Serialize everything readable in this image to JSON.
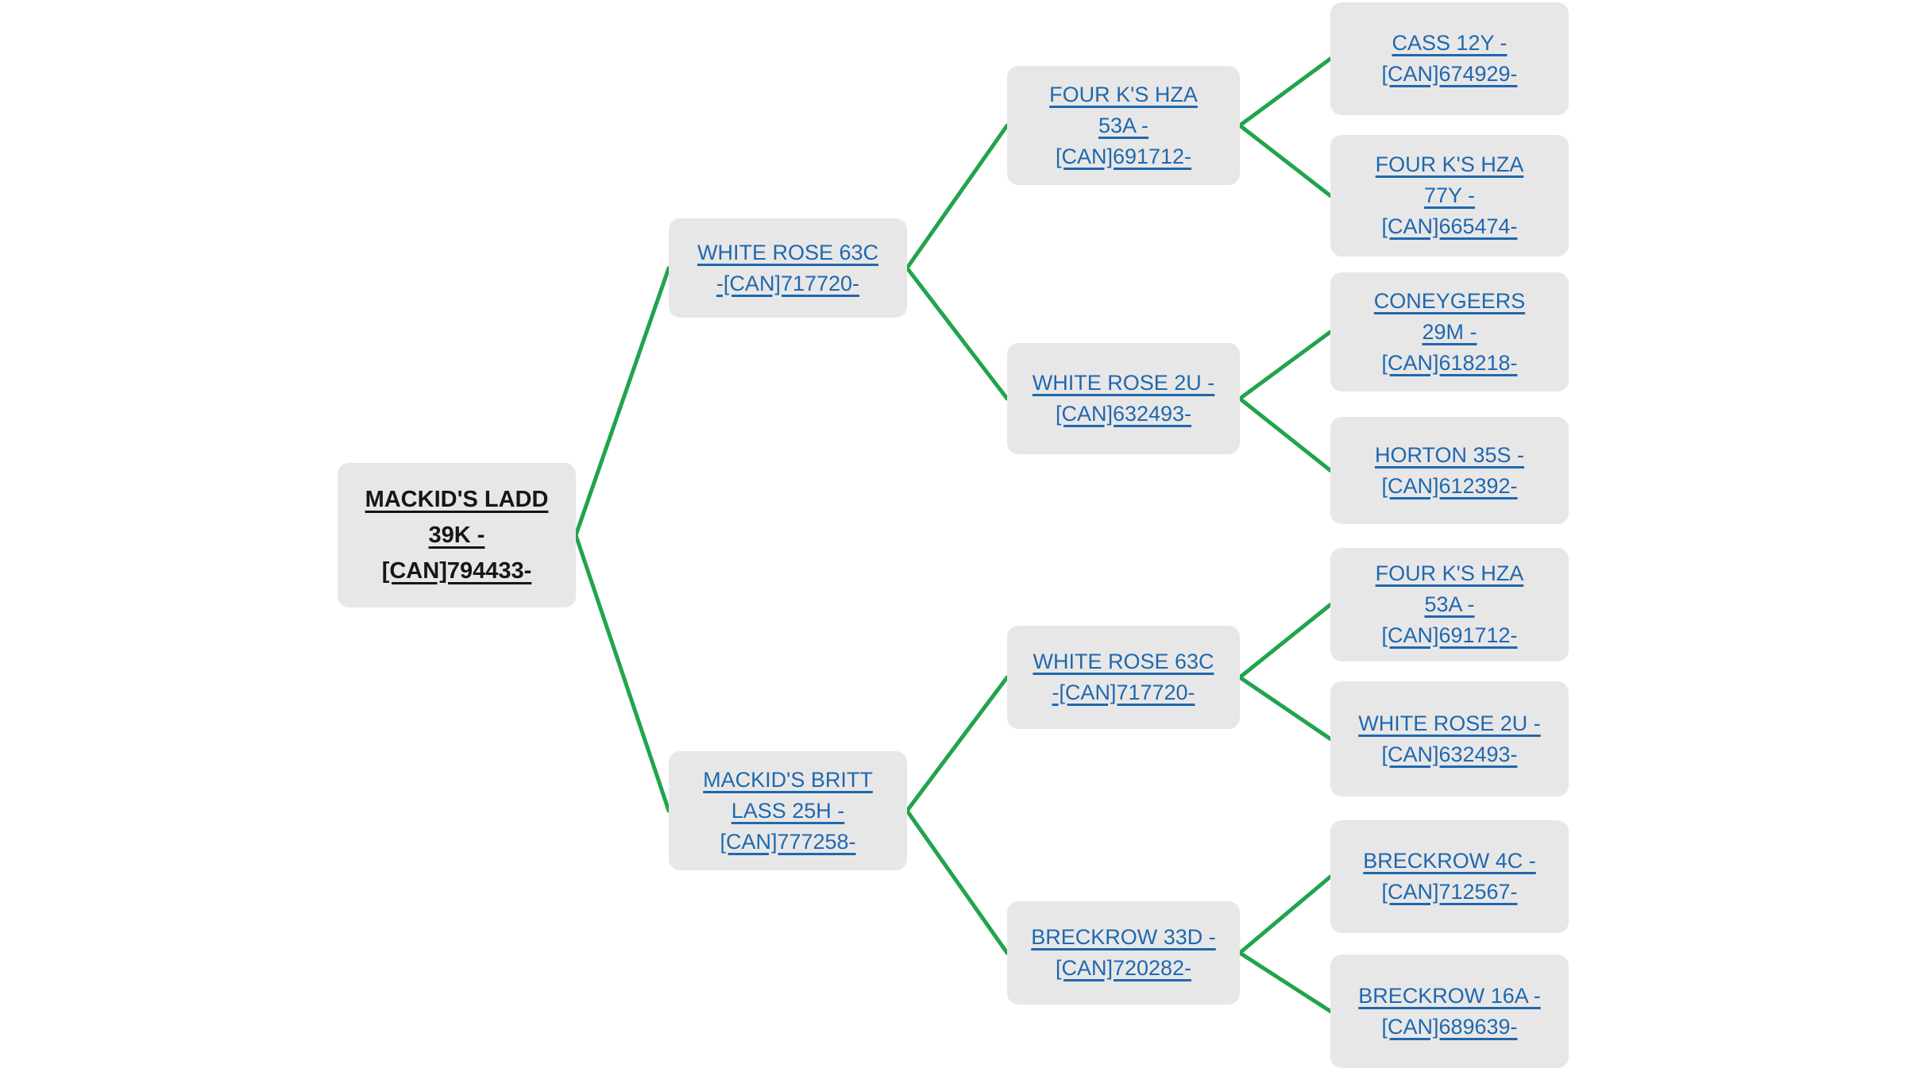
{
  "diagram": {
    "type": "pedigree-tree",
    "colors": {
      "link": "#1F68AF",
      "root_text": "#161616",
      "box_fill": "#E8E7E7",
      "connector": "#21A44C"
    },
    "nodes": {
      "root": {
        "label": "MACKID'S LADD\n39K -\n[CAN]794433-"
      },
      "sire": {
        "label": "WHITE ROSE 63C\n-[CAN]717720-"
      },
      "dam": {
        "label": "MACKID'S BRITT\nLASS 25H -\n[CAN]777258-"
      },
      "ss": {
        "label": "FOUR K'S HZA\n53A -\n[CAN]691712-"
      },
      "sd": {
        "label": "WHITE ROSE 2U -\n[CAN]632493-"
      },
      "ds": {
        "label": "WHITE ROSE 63C\n-[CAN]717720-"
      },
      "dd": {
        "label": "BRECKROW 33D -\n[CAN]720282-"
      },
      "sss": {
        "label": "CASS 12Y -\n[CAN]674929-"
      },
      "ssd": {
        "label": "FOUR K'S HZA\n77Y -\n[CAN]665474-"
      },
      "sds": {
        "label": "CONEYGEERS\n29M -\n[CAN]618218-"
      },
      "sdd": {
        "label": "HORTON 35S -\n[CAN]612392-"
      },
      "dss": {
        "label": "FOUR K'S HZA\n53A -\n[CAN]691712-"
      },
      "dsd": {
        "label": "WHITE ROSE 2U -\n[CAN]632493-"
      },
      "dds": {
        "label": "BRECKROW 4C -\n[CAN]712567-"
      },
      "ddd": {
        "label": "BRECKROW 16A -\n[CAN]689639-"
      }
    },
    "edges": [
      [
        "root",
        "sire"
      ],
      [
        "root",
        "dam"
      ],
      [
        "sire",
        "ss"
      ],
      [
        "sire",
        "sd"
      ],
      [
        "dam",
        "ds"
      ],
      [
        "dam",
        "dd"
      ],
      [
        "ss",
        "sss"
      ],
      [
        "ss",
        "ssd"
      ],
      [
        "sd",
        "sds"
      ],
      [
        "sd",
        "sdd"
      ],
      [
        "ds",
        "dss"
      ],
      [
        "ds",
        "dsd"
      ],
      [
        "dd",
        "dds"
      ],
      [
        "dd",
        "ddd"
      ]
    ]
  }
}
